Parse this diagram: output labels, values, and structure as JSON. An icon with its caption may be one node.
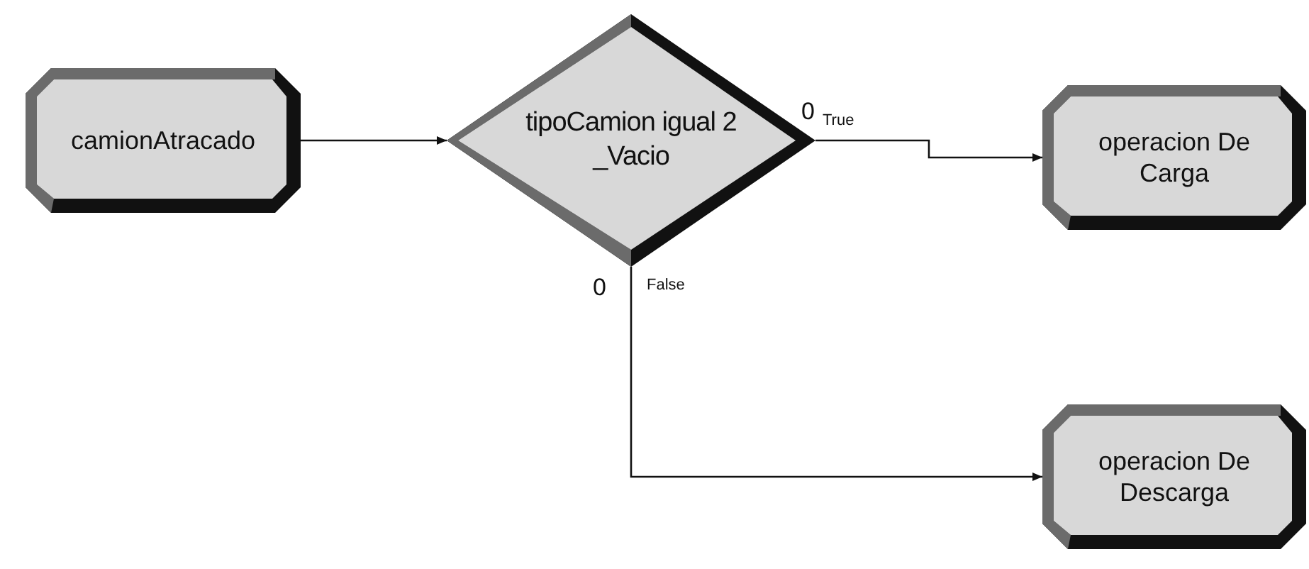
{
  "diagram": {
    "nodes": [
      {
        "text": [
          "camionAtracado"
        ]
      },
      {
        "text": [
          "tipoCamion igual 2 _Vacio"
        ],
        "beside": [
          "0",
          "0"
        ]
      },
      {
        "text": [
          "operacion De Carga"
        ]
      },
      {
        "text": [
          "operacion De Descarga"
        ]
      }
    ],
    "edges": [
      {
        "from": 0,
        "to": 1,
        "arrow": "to"
      },
      {
        "from": 1,
        "to": 2,
        "arrow": "to",
        "label": "True"
      },
      {
        "from": 1,
        "to": 3,
        "arrow": "to",
        "label": "False"
      }
    ]
  }
}
